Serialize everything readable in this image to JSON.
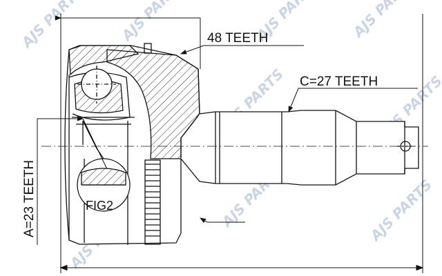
{
  "labels": {
    "outer_teeth": "48 TEETH",
    "shaft_teeth": "C=27 TEETH",
    "inner_teeth": "A=23 TEETH",
    "figure": "FIG2"
  },
  "watermark": {
    "text": "AJS PARTS"
  },
  "colors": {
    "line": "#111111",
    "watermark": "#c9d5e6",
    "background": "#ffffff"
  }
}
